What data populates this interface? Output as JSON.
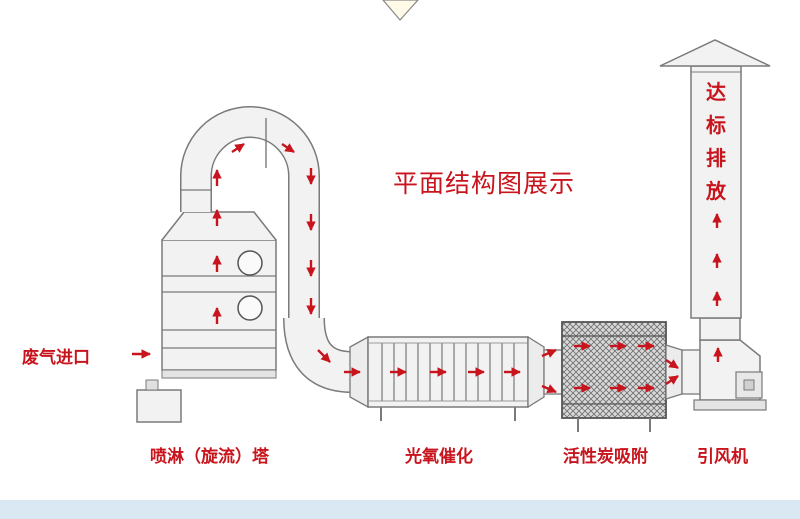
{
  "title": "平面结构图展示",
  "inlet_label": "废气进口",
  "stack_label": [
    "达",
    "标",
    "排",
    "放"
  ],
  "stages": {
    "tower": "喷淋（旋流）塔",
    "photocatalysis": "光氧催化",
    "activated_carbon": "活性炭吸附",
    "fan": "引风机"
  },
  "colors": {
    "accent_red": "#c8141c",
    "equipment_fill": "#f2f2f2",
    "outline": "#7a7a7a"
  },
  "icons": {
    "flow_arrow": "flow-arrow-icon"
  }
}
